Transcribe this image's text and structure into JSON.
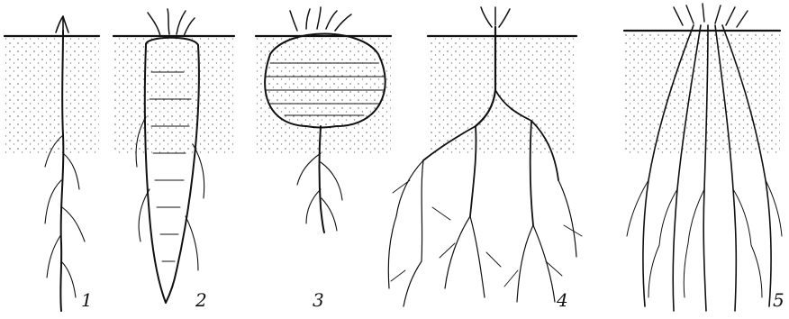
{
  "figure": {
    "panels": [
      {
        "id": "taproot-thin",
        "label": "1"
      },
      {
        "id": "taproot-carrot",
        "label": "2"
      },
      {
        "id": "taproot-beet",
        "label": "3"
      },
      {
        "id": "branched-root",
        "label": "4"
      },
      {
        "id": "fibrous-root",
        "label": "5"
      }
    ]
  }
}
